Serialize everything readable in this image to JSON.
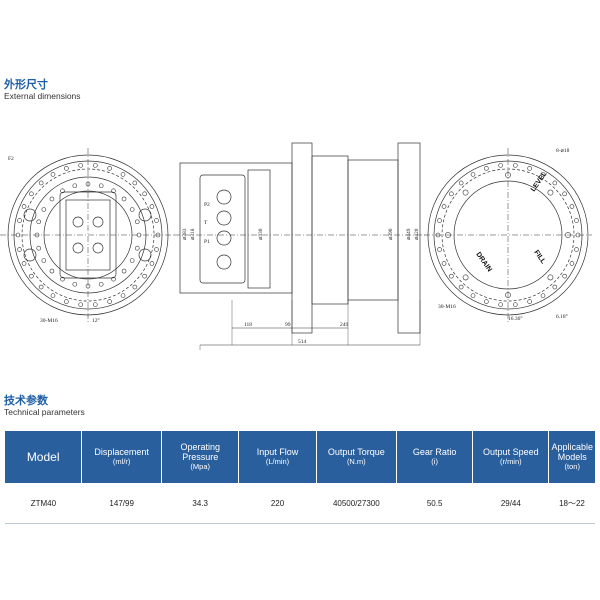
{
  "dimensions_section": {
    "title_cn": "外形尺寸",
    "title_en": "External dimensions"
  },
  "drawing_labels": {
    "left_tl": "F2",
    "left_bottom": "30-M16",
    "left_angle": "12°",
    "side_p2": "P2",
    "side_p1": "P1",
    "side_t": "T",
    "dia_left": [
      "⌀383",
      "⌀318",
      "⌀330"
    ],
    "dia_right": [
      "⌀390",
      "⌀449",
      "⌀420"
    ],
    "dim_bottom": [
      "118",
      "99",
      "249",
      "514"
    ],
    "right_top": "8-⌀18",
    "right_level": "LEVEL",
    "right_drain": "DRAIN",
    "right_fill": "FILL",
    "right_bottom_left": "30-M16",
    "right_bottom_mid": "16.36°",
    "right_bottom_right": "6.18°"
  },
  "technical_section": {
    "title_cn": "技术参数",
    "title_en": "Technical parameters"
  },
  "table": {
    "headers": [
      {
        "name": "Model",
        "unit": ""
      },
      {
        "name": "Displacement",
        "unit": "(ml/r)"
      },
      {
        "name": "Operating Pressure",
        "unit": "(Mpa)"
      },
      {
        "name": "Input Flow",
        "unit": "(L/min)"
      },
      {
        "name": "Output Torque",
        "unit": "(N.m)"
      },
      {
        "name": "Gear Ratio",
        "unit": "(i)"
      },
      {
        "name": "Output Speed",
        "unit": "(r/min)"
      },
      {
        "name": "Applicable Models",
        "unit": "(ton)"
      }
    ],
    "rows": [
      [
        "ZTM40",
        "147/99",
        "34.3",
        "220",
        "40500/27300",
        "50.5",
        "29/44",
        "18～22"
      ]
    ]
  }
}
